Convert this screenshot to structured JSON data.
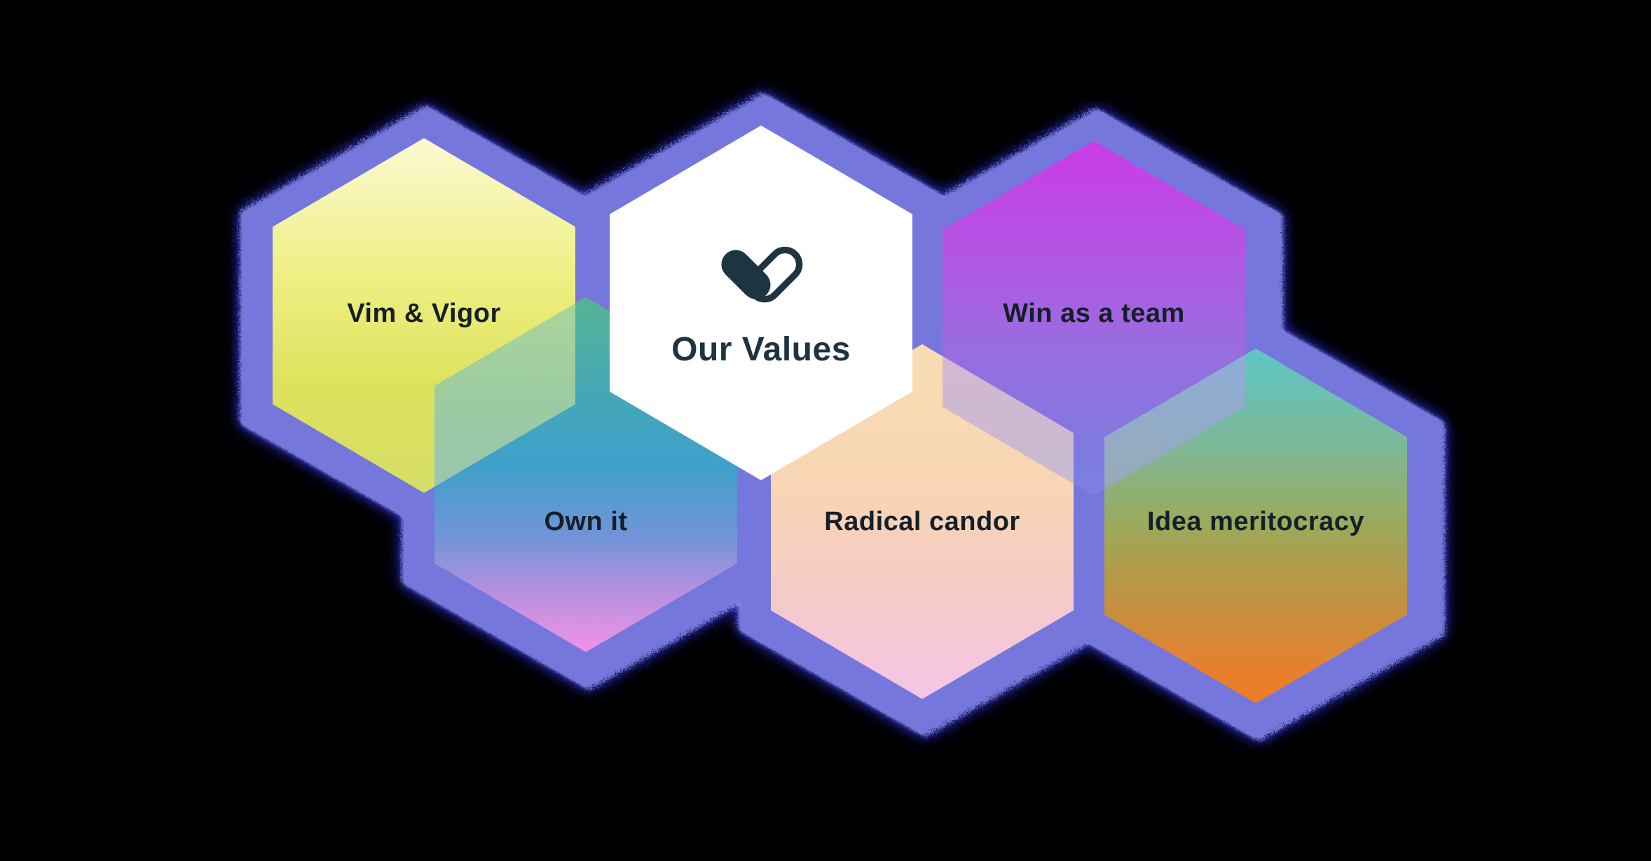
{
  "diagram_title": "Our Values",
  "colors": {
    "background": "#000000",
    "band": "#7577dc",
    "fringe_white": "#ececf8",
    "fringe_blue": "#3232f0",
    "ink_title": "#1e3440",
    "ink_label": "#151f27",
    "logo": "#1e3440"
  },
  "logo_icon": "heart-capsule",
  "hexagons": [
    {
      "id": "vim",
      "label": "Vim & Vigor",
      "gradient": [
        "#fcf9d2 0%",
        "#eeef82 40%",
        "#dde25d 70%",
        "#d6dd66 100%"
      ]
    },
    {
      "id": "values",
      "label": "Our Values",
      "gradient": [
        "#ffffff 0%",
        "#ffffff 100%"
      ]
    },
    {
      "id": "win",
      "label": "Win as a team",
      "gradient": [
        "#ca3be8 0%",
        "#b156e3 32%",
        "#9a6ce0 58%",
        "#7e7ade 88%",
        "#7b80e2 100%"
      ]
    },
    {
      "id": "own",
      "label": "Own it",
      "gradient": [
        "#55b493 0%",
        "#44a7b8 28%",
        "#3fa0cb 48%",
        "#7394d8 68%",
        "#bb90e0 84%",
        "#f093e4 100%"
      ]
    },
    {
      "id": "radical",
      "label": "Radical candor",
      "gradient": [
        "#f8ddb2 0%",
        "#f8d5b4 42%",
        "#f6cac8 70%",
        "#f5c5e6 100%"
      ]
    },
    {
      "id": "idea",
      "label": "Idea meritocracy",
      "gradient": [
        "#5dc7c6 0%",
        "#7eb795 28%",
        "#9ca95a 50%",
        "#c29140 72%",
        "#e97f2c 92%",
        "#ee7b28 100%"
      ]
    }
  ]
}
